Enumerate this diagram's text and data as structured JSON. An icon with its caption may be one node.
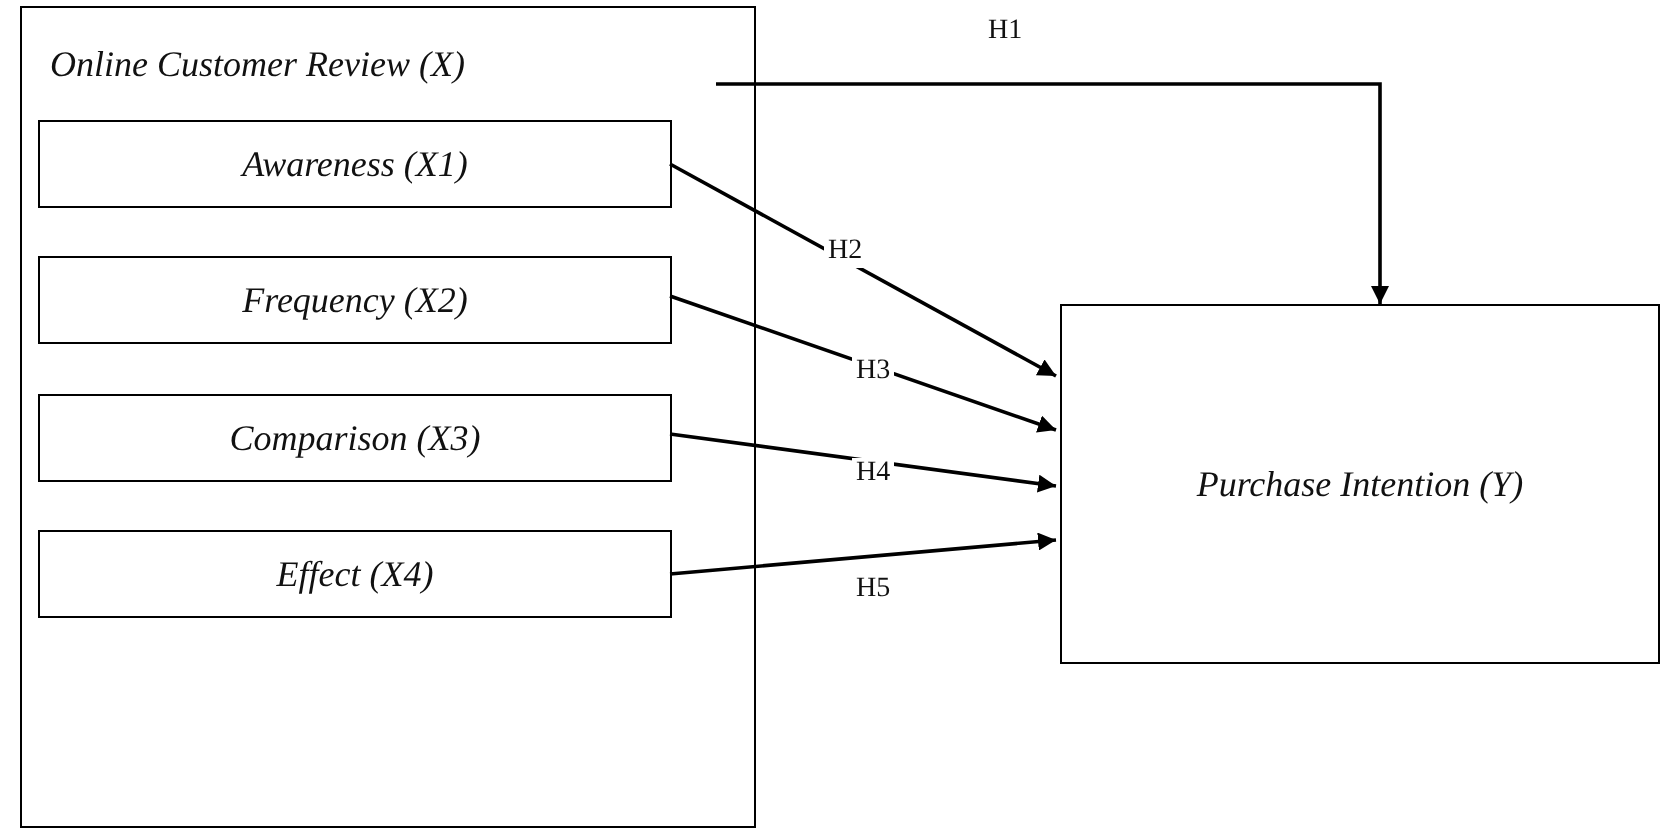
{
  "diagram": {
    "nodes": [
      {
        "text": [
          "Online Customer Review (X)"
        ]
      },
      {
        "text": [
          "Awareness (X1)"
        ],
        "in": 0
      },
      {
        "text": [
          "Frequency (X2)"
        ],
        "in": 0
      },
      {
        "text": [
          "Comparison (X3)"
        ],
        "in": 0
      },
      {
        "text": [
          "Effect (X4)"
        ],
        "in": 0
      },
      {
        "text": [
          "Purchase Intention (Y)"
        ]
      }
    ],
    "edges": [
      {
        "from": 0,
        "to": 5,
        "arrow": "to",
        "label": "H1"
      },
      {
        "from": 1,
        "to": 5,
        "arrow": "to",
        "label": "H2"
      },
      {
        "from": 2,
        "to": 5,
        "arrow": "to",
        "label": "H3"
      },
      {
        "from": 3,
        "to": 5,
        "arrow": "to",
        "label": "H4"
      },
      {
        "from": 4,
        "to": 5,
        "arrow": "to",
        "label": "H5"
      }
    ]
  }
}
